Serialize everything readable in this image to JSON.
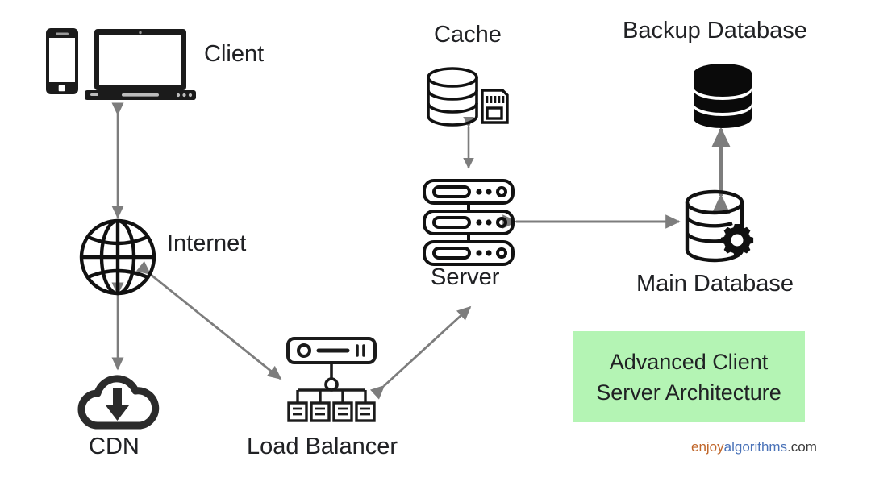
{
  "diagram": {
    "title_caption": {
      "line1": "Advanced Client",
      "line2": "Server Architecture",
      "background_color": "#B4F4B4"
    },
    "watermark": {
      "part1": "enjoy",
      "part2": "algorithms",
      "part3": ".com",
      "color1": "#C0662A",
      "color2": "#4A72B8",
      "color3": "#3c3c3c"
    },
    "arrow_color": "#7d7d7d",
    "icon_color": "#111111",
    "nodes": [
      {
        "id": "client",
        "label": "Client",
        "icon": "laptop-and-phone-icon"
      },
      {
        "id": "internet",
        "label": "Internet",
        "icon": "globe-icon"
      },
      {
        "id": "cdn",
        "label": "CDN",
        "icon": "cloud-download-icon"
      },
      {
        "id": "load-balancer",
        "label": "Load Balancer",
        "icon": "load-balancer-icon"
      },
      {
        "id": "server",
        "label": "Server",
        "icon": "server-rack-icon"
      },
      {
        "id": "cache",
        "label": "Cache",
        "icon": "database-memory-chip-icon"
      },
      {
        "id": "main-database",
        "label": "Main Database",
        "icon": "database-gear-icon"
      },
      {
        "id": "backup-database",
        "label": "Backup Database",
        "icon": "database-filled-icon"
      }
    ],
    "connections": [
      {
        "from": "client",
        "to": "internet",
        "direction": "bidirectional"
      },
      {
        "from": "internet",
        "to": "cdn",
        "direction": "bidirectional"
      },
      {
        "from": "internet",
        "to": "load-balancer",
        "direction": "bidirectional"
      },
      {
        "from": "load-balancer",
        "to": "server",
        "direction": "bidirectional"
      },
      {
        "from": "cache",
        "to": "server",
        "direction": "bidirectional"
      },
      {
        "from": "server",
        "to": "main-database",
        "direction": "bidirectional"
      },
      {
        "from": "main-database",
        "to": "backup-database",
        "direction": "bidirectional"
      }
    ]
  }
}
